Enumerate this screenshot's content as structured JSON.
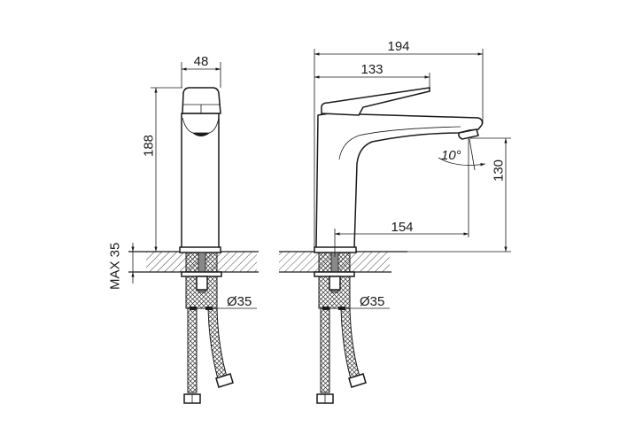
{
  "drawing": {
    "front_view": {
      "width_dim": "48",
      "height_dim": "188",
      "max_thickness": "MAX 35",
      "hole_diameter": "Ø35"
    },
    "side_view": {
      "total_length_dim": "194",
      "lever_length_dim": "133",
      "spout_reach_dim": "154",
      "spout_height_dim": "130",
      "spout_angle": "10°",
      "hole_diameter": "Ø35"
    }
  }
}
